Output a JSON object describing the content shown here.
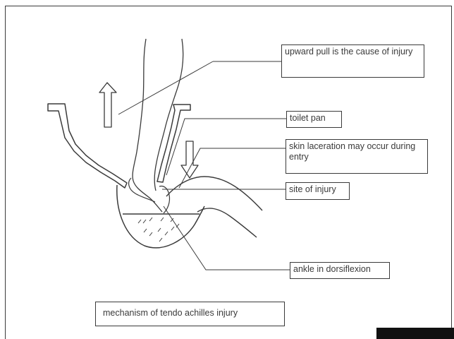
{
  "labels": {
    "upward_pull": "upward pull is the cause of injury",
    "toilet_pan": "toilet pan",
    "skin_laceration": "skin laceration may occur during entry",
    "site_of_injury": "site of injury",
    "ankle": "ankle in dorsiflexion",
    "caption": "mechanism of tendo achilles injury"
  },
  "colors": {
    "stroke": "#3a3a3a",
    "background": "#ffffff",
    "corner_block": "#111111"
  }
}
